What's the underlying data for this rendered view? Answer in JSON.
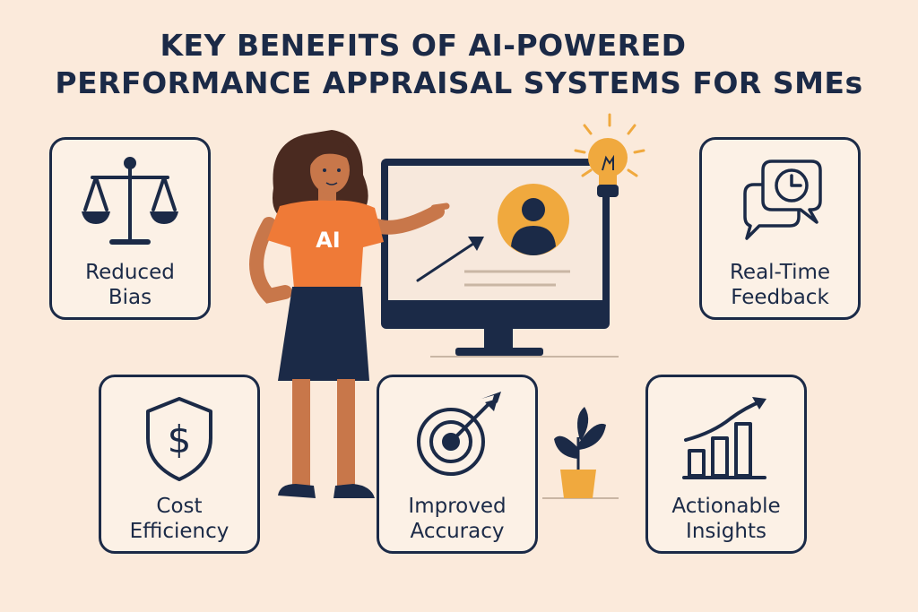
{
  "title": {
    "line1": "KEY BENEFITS OF AI-POWERED",
    "line2": "PERFORMANCE APPRAISAL SYSTEMS FOR SMEs"
  },
  "benefits": [
    {
      "id": "reduced-bias",
      "icon": "scales-icon",
      "line1": "Reduced",
      "line2": "Bias"
    },
    {
      "id": "real-time-feedback",
      "icon": "chat-clock-icon",
      "line1": "Real-Time",
      "line2": "Feedback"
    },
    {
      "id": "cost-efficiency",
      "icon": "shield-dollar-icon",
      "line1": "Cost",
      "line2": "Efficiency"
    },
    {
      "id": "improved-accuracy",
      "icon": "target-icon",
      "line1": "Improved",
      "line2": "Accuracy"
    },
    {
      "id": "actionable-insights",
      "icon": "growth-chart-icon",
      "line1": "Actionable",
      "line2": "Insights"
    }
  ],
  "illustration": {
    "shirt_text": "AI",
    "person_icon": "woman-presenter-icon",
    "monitor_icon": "monitor-icon",
    "bulb_icon": "lightbulb-icon",
    "plant_icon": "potted-plant-icon",
    "avatar_icon": "user-avatar-icon"
  },
  "colors": {
    "navy": "#1b2a47",
    "background": "#fbeadb",
    "orange": "#ef7a37",
    "amber": "#f0a93e",
    "skin": "#c8774a"
  }
}
